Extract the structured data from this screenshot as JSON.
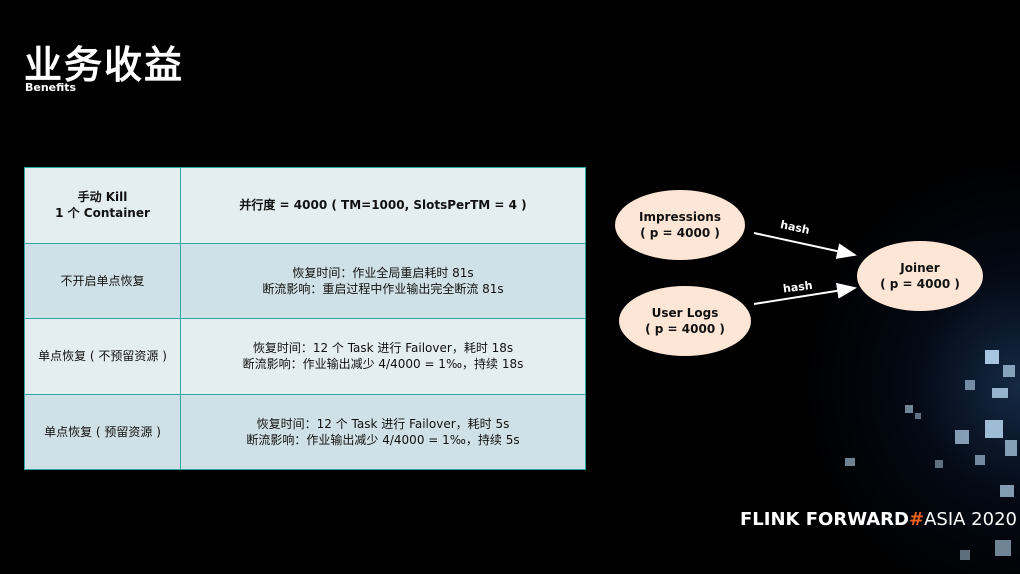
{
  "slide": {
    "title": "业务收益",
    "subtitle": "Benefits"
  },
  "table": {
    "header": {
      "col1_line1": "手动 Kill",
      "col1_line2": "1 个 Container",
      "col2": "并行度 = 4000 ( TM=1000, SlotsPerTM  = 4 )"
    },
    "rows": [
      {
        "label": "不开启单点恢复",
        "line1": "恢复时间：作业全局重启耗时 81s",
        "line2": "断流影响：重启过程中作业输出完全断流 81s"
      },
      {
        "label": "单点恢复 ( 不预留资源 )",
        "line1": "恢复时间：12 个 Task 进行 Failover，耗时 18s",
        "line2": "断流影响：作业输出减少 4/4000 = 1‰，持续 18s"
      },
      {
        "label": "单点恢复 ( 预留资源 )",
        "line1": "恢复时间：12 个 Task 进行 Failover，耗时 5s",
        "line2": "断流影响：作业输出减少 4/4000 = 1‰，持续 5s"
      }
    ]
  },
  "diagram": {
    "node_fill": "#fde6d6",
    "nodes": [
      {
        "name": "Impressions",
        "parallelism": "( p = 4000 )"
      },
      {
        "name": "User Logs",
        "parallelism": "( p = 4000 )"
      },
      {
        "name": "Joiner",
        "parallelism": "( p = 4000 )"
      }
    ],
    "edges": [
      {
        "label": "hash"
      },
      {
        "label": "hash"
      }
    ]
  },
  "brand": {
    "part1": "FLINK  FORWARD",
    "hash": "#",
    "part2": "ASIA 2020",
    "hash_color": "#e8611f"
  }
}
